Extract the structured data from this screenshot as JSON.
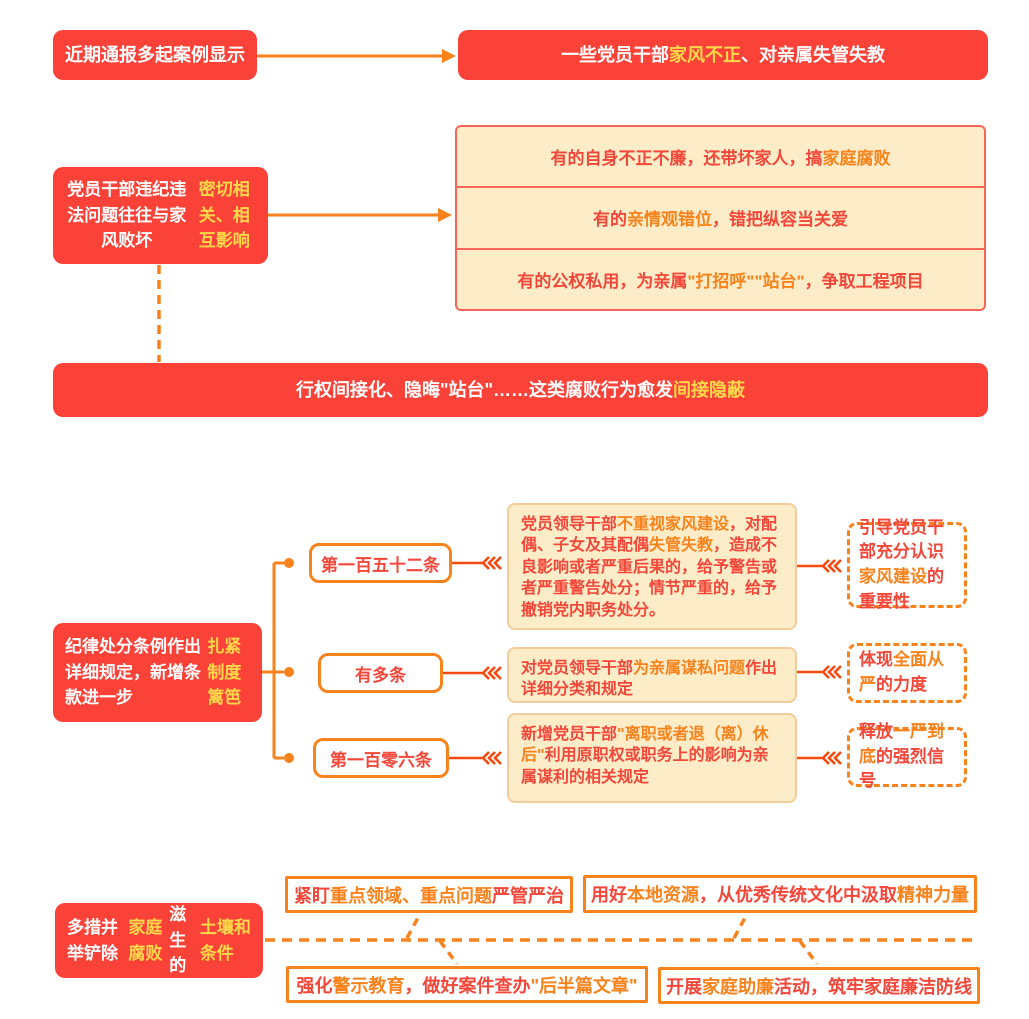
{
  "palette": {
    "red_box": "#fa4238",
    "orange_accent": "#f8821c",
    "yellow_highlight": "#ffd84b",
    "cream_bg": "#fcedc8",
    "red_text": "#f3473a"
  },
  "flow_cases": {
    "source": [
      {
        "t": "近期通报多起案例显示",
        "c": "white"
      }
    ],
    "result": [
      {
        "t": "一些党员干部",
        "c": "white"
      },
      {
        "t": "家风不正",
        "c": "yellow"
      },
      {
        "t": "、对亲属失管失教",
        "c": "white"
      }
    ]
  },
  "flow_problem": {
    "cause": [
      {
        "t": "党员干部违纪违法问题往往与家风败坏",
        "c": "white"
      },
      {
        "t": "密切相关、相互影响",
        "c": "yellow"
      }
    ],
    "examples": [
      {
        "segments": [
          {
            "t": "有的自身不正不廉，还带坏家人，搞",
            "c": "red"
          },
          {
            "t": "家庭腐败",
            "c": "orange"
          }
        ]
      },
      {
        "segments": [
          {
            "t": "有的",
            "c": "red"
          },
          {
            "t": "亲情观错位",
            "c": "orange"
          },
          {
            "t": "，错把纵容当关爱",
            "c": "red"
          }
        ]
      },
      {
        "segments": [
          {
            "t": "有的公权私用，为亲属",
            "c": "red"
          },
          {
            "t": "\"打招呼\"\"站台\"",
            "c": "orange"
          },
          {
            "t": "，争取工程项目",
            "c": "red"
          }
        ]
      }
    ],
    "banner": [
      {
        "t": "行权间接化、隐晦\"站台\"……这类腐败行为愈发",
        "c": "white"
      },
      {
        "t": "间接隐蔽",
        "c": "yellow"
      }
    ]
  },
  "regulations": {
    "intro": [
      {
        "t": "纪律处分条例作出详细规定，新增条款进一步",
        "c": "white"
      },
      {
        "t": "扎紧制度篱笆",
        "c": "yellow"
      }
    ],
    "branches": [
      {
        "label": "第一百五十二条",
        "detail": [
          {
            "t": "党员领导干部",
            "c": "red"
          },
          {
            "t": "不重视家风建设",
            "c": "orange"
          },
          {
            "t": "，对配偶、子女及其配偶",
            "c": "red"
          },
          {
            "t": "失管失教",
            "c": "orange"
          },
          {
            "t": "，造成不良影响或者严重后果的，给予警告或者严重警告处分；情节严重的，给予撤销党内职务处分。",
            "c": "red"
          }
        ],
        "note": [
          {
            "t": "引导党员干部充分认识",
            "c": "red"
          },
          {
            "t": "家风建设",
            "c": "orange"
          },
          {
            "t": "的重要性",
            "c": "red"
          }
        ]
      },
      {
        "label": "有多条",
        "detail": [
          {
            "t": "对党员领导干部",
            "c": "red"
          },
          {
            "t": "为亲属谋私问题",
            "c": "orange"
          },
          {
            "t": "作出详细分类和规定",
            "c": "red"
          }
        ],
        "note": [
          {
            "t": "体现",
            "c": "red"
          },
          {
            "t": "全面从严",
            "c": "orange"
          },
          {
            "t": "的力度",
            "c": "red"
          }
        ]
      },
      {
        "label": "第一百零六条",
        "detail": [
          {
            "t": "新增党员干部",
            "c": "red"
          },
          {
            "t": "\"离职或者退（离）休后\"",
            "c": "orange"
          },
          {
            "t": "利用原职权或职务上的影响为亲属谋利的相关规定",
            "c": "red"
          }
        ],
        "note": [
          {
            "t": "释放",
            "c": "red"
          },
          {
            "t": "一严到底",
            "c": "orange"
          },
          {
            "t": "的强烈信号",
            "c": "red"
          }
        ]
      }
    ]
  },
  "measures": {
    "intro": [
      {
        "t": "多措并举铲除",
        "c": "white"
      },
      {
        "t": "家庭腐败",
        "c": "yellow"
      },
      {
        "t": "滋生的",
        "c": "white"
      },
      {
        "t": "土壤和条件",
        "c": "yellow"
      }
    ],
    "items": [
      {
        "segments": [
          {
            "t": "紧盯",
            "c": "red"
          },
          {
            "t": "重点领域、重点问题",
            "c": "orange"
          },
          {
            "t": "严管严治",
            "c": "red"
          }
        ]
      },
      {
        "segments": [
          {
            "t": "用好",
            "c": "red"
          },
          {
            "t": "本地资源",
            "c": "orange"
          },
          {
            "t": "，从优秀传统文化中汲取",
            "c": "red"
          },
          {
            "t": "精神力量",
            "c": "orange"
          }
        ]
      },
      {
        "segments": [
          {
            "t": "强化",
            "c": "red"
          },
          {
            "t": "警示教育",
            "c": "orange"
          },
          {
            "t": "，做好案件查办",
            "c": "red"
          },
          {
            "t": "\"后半篇文章\"",
            "c": "orange"
          }
        ]
      },
      {
        "segments": [
          {
            "t": "开展",
            "c": "red"
          },
          {
            "t": "家庭助廉",
            "c": "orange"
          },
          {
            "t": "活动，筑牢家庭廉洁防线",
            "c": "red"
          }
        ]
      }
    ]
  }
}
